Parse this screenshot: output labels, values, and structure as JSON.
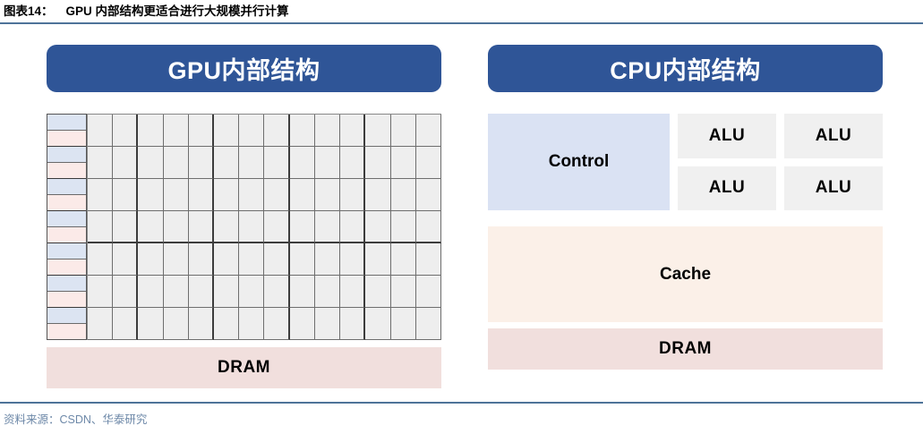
{
  "figure": {
    "number_label": "图表14：",
    "title": "GPU 内部结构更适合进行大规模并行计算",
    "source": "资料来源：CSDN、华泰研究",
    "rule_color": "#4e7399",
    "source_color": "#6d88a8"
  },
  "panels": {
    "gpu": {
      "header": "GPU内部结构",
      "header_color": "#2f5597",
      "dram_label": "DRAM",
      "dram_color": "#f1dfdd",
      "grid": {
        "rows": 7,
        "cols": 14,
        "cell_color": "#eeeeee",
        "stripe_rows": 7,
        "stripe_blue_color": "#dce4f2",
        "stripe_pink_color": "#fbeae8"
      }
    },
    "cpu": {
      "header": "CPU内部结构",
      "header_color": "#2f5597",
      "control_label": "Control",
      "control_color": "#dae2f3",
      "alu_labels": [
        "ALU",
        "ALU",
        "ALU",
        "ALU"
      ],
      "alu_color": "#f0f0f0",
      "cache_label": "Cache",
      "cache_color": "#fbf0e8",
      "dram_label": "DRAM",
      "dram_color": "#f1dfdd"
    }
  }
}
